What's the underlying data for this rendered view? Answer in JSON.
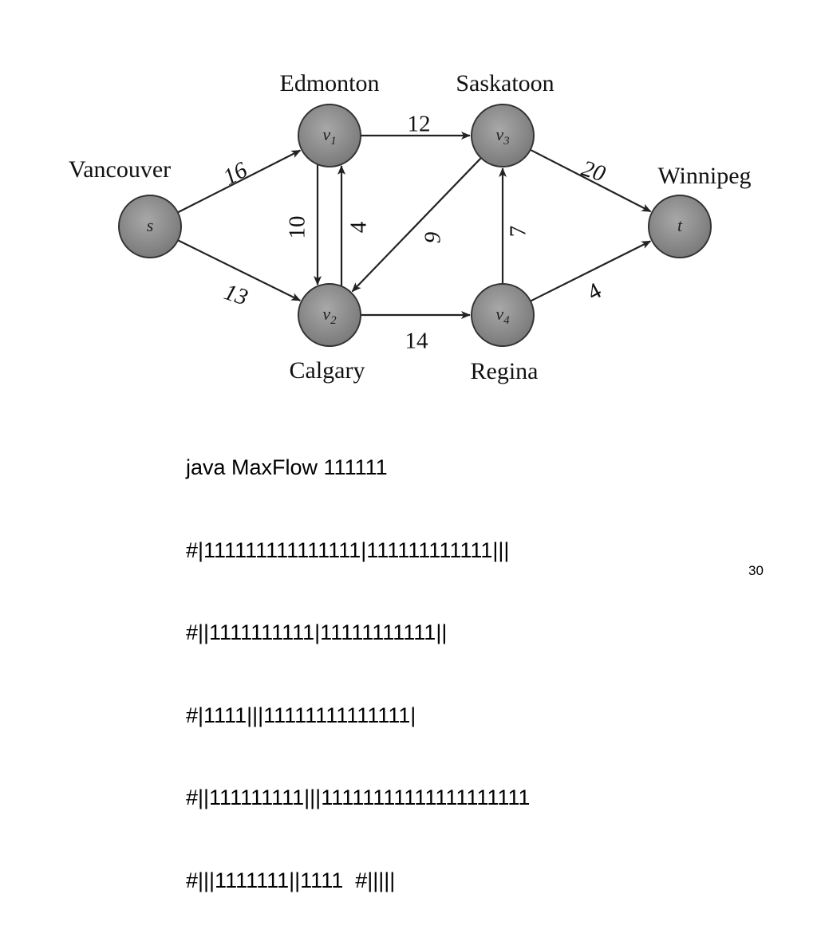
{
  "graph": {
    "nodes": [
      {
        "id": "s",
        "var": "s",
        "city": "Vancouver"
      },
      {
        "id": "v1",
        "var": "v1",
        "city": "Edmonton"
      },
      {
        "id": "v2",
        "var": "v2",
        "city": "Calgary"
      },
      {
        "id": "v3",
        "var": "v3",
        "city": "Saskatoon"
      },
      {
        "id": "v4",
        "var": "v4",
        "city": "Regina"
      },
      {
        "id": "t",
        "var": "t",
        "city": "Winnipeg"
      }
    ],
    "edges": [
      {
        "from": "s",
        "to": "v1",
        "capacity": "16"
      },
      {
        "from": "s",
        "to": "v2",
        "capacity": "13"
      },
      {
        "from": "v1",
        "to": "v3",
        "capacity": "12"
      },
      {
        "from": "v1",
        "to": "v2",
        "capacity": "10"
      },
      {
        "from": "v2",
        "to": "v1",
        "capacity": "4"
      },
      {
        "from": "v3",
        "to": "v2",
        "capacity": "9"
      },
      {
        "from": "v2",
        "to": "v4",
        "capacity": "14"
      },
      {
        "from": "v4",
        "to": "v3",
        "capacity": "7"
      },
      {
        "from": "v3",
        "to": "t",
        "capacity": "20"
      },
      {
        "from": "v4",
        "to": "t",
        "capacity": "4"
      }
    ]
  },
  "code_lines": [
    "java MaxFlow 111111",
    "#|111111111111111|111111111111|||",
    "#||1111111111|11111111111||",
    "#|1111|||11111111111111|",
    "#||111111111|||11111111111111111111",
    "#|||1111111||1111  #|||||"
  ],
  "page_number": "30"
}
